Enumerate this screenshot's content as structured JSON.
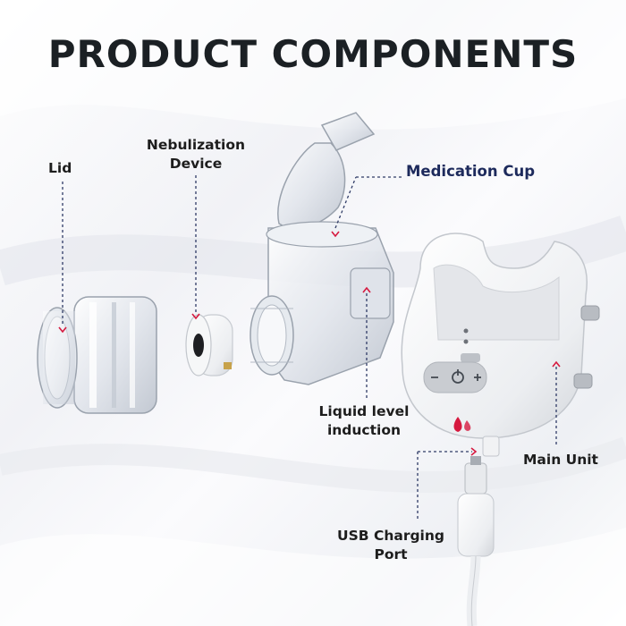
{
  "title": "PRODUCT COMPONENTS",
  "labels": {
    "lid": "Lid",
    "nebulization_line1": "Nebulization",
    "nebulization_line2": "Device",
    "medication_cup": "Medication Cup",
    "liquid_line1": "Liquid level",
    "liquid_line2": "induction",
    "main_unit": "Main Unit",
    "usb_line1": "USB Charging",
    "usb_line2": "Port"
  },
  "colors": {
    "title": "#1b2024",
    "accent_label": "#1d2a5c",
    "leader_line": "#2f3b66",
    "arrow": "#d6193f"
  },
  "icons": [
    "arrow-down-icon",
    "arrow-up-icon",
    "arrow-left-icon",
    "power-icon",
    "minus-icon",
    "plus-icon",
    "droplet-logo-icon"
  ]
}
